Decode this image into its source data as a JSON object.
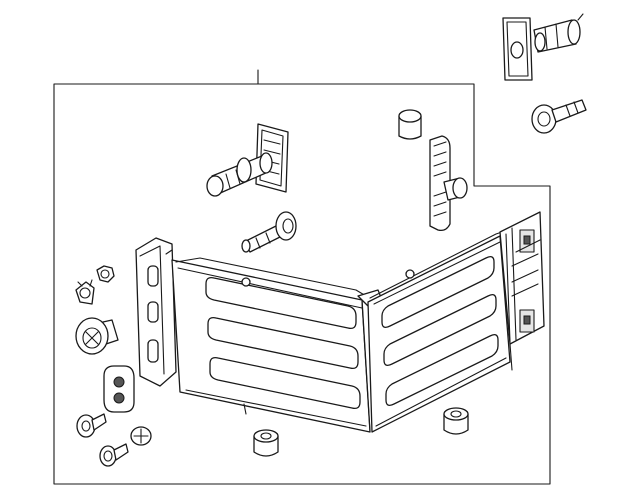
{
  "diagram": {
    "parts": [
      "callout-leader",
      "group-frame",
      "bed-extender-assembly",
      "rivet-upper-right",
      "bolt-upper-right",
      "pivot-bracket-left",
      "pivot-bracket-right",
      "cap-upper",
      "bolt-center",
      "nut",
      "clip",
      "knob",
      "retainer-grommet",
      "screw-lower-left",
      "push-pin-lower-left",
      "bumper-lower-center",
      "bumper-lower-right"
    ]
  }
}
